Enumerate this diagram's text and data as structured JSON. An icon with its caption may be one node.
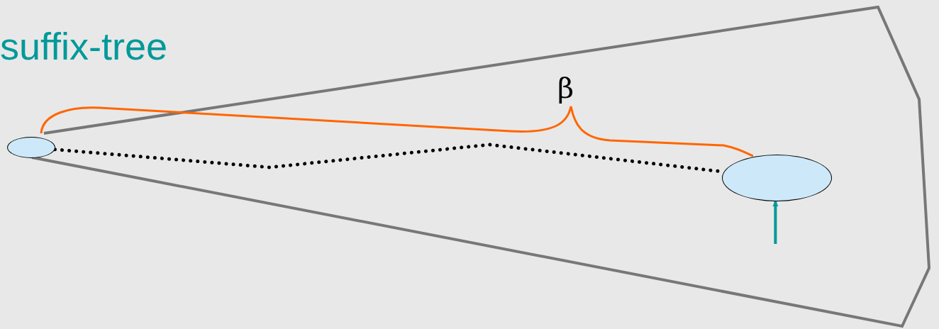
{
  "diagram": {
    "title": "suffix-tree",
    "nodes": [
      {
        "text": [],
        "shape": "ellipse"
      },
      {
        "text": [],
        "shape": "ellipse"
      }
    ],
    "edges": [
      {
        "from": 0,
        "to": 1,
        "arrow": "none",
        "style": "dashed"
      },
      {
        "from": null,
        "to": 1,
        "arrow": "to",
        "color": "#009999"
      }
    ],
    "labels": [
      "β"
    ]
  }
}
